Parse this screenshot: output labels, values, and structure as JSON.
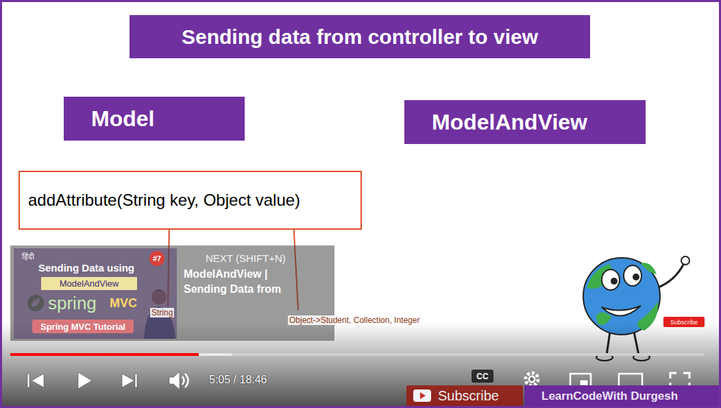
{
  "diagram": {
    "title": "Sending data from controller to view",
    "nodes": [
      {
        "text": [
          "Model"
        ]
      },
      {
        "text": [
          "ModelAndView"
        ]
      },
      {
        "text": [
          "addAttribute(String key, Object value)"
        ]
      },
      {
        "text": [
          "NEXT (SHIFT+N)",
          "ModelAndView | Sending Data from"
        ]
      },
      {
        "text": [
          "हिंदी",
          "Sending Data using",
          "spring",
          "MVC"
        ],
        "in": 3
      },
      {
        "text": [
          "#7"
        ],
        "in": 4
      },
      {
        "text": [
          "ModelAndView"
        ],
        "in": 4
      },
      {
        "text": [
          "Spring MVC Tutorial"
        ],
        "in": 4
      },
      {
        "text": [
          "Subscribe"
        ]
      },
      {
        "text": [
          "CC"
        ]
      },
      {
        "text": [
          "Subscribe"
        ]
      }
    ],
    "labels": [
      "String",
      "Object->Student, Collection, Integer",
      "5:05 / 18:46",
      "LearnCodeWith Durgesh"
    ]
  }
}
